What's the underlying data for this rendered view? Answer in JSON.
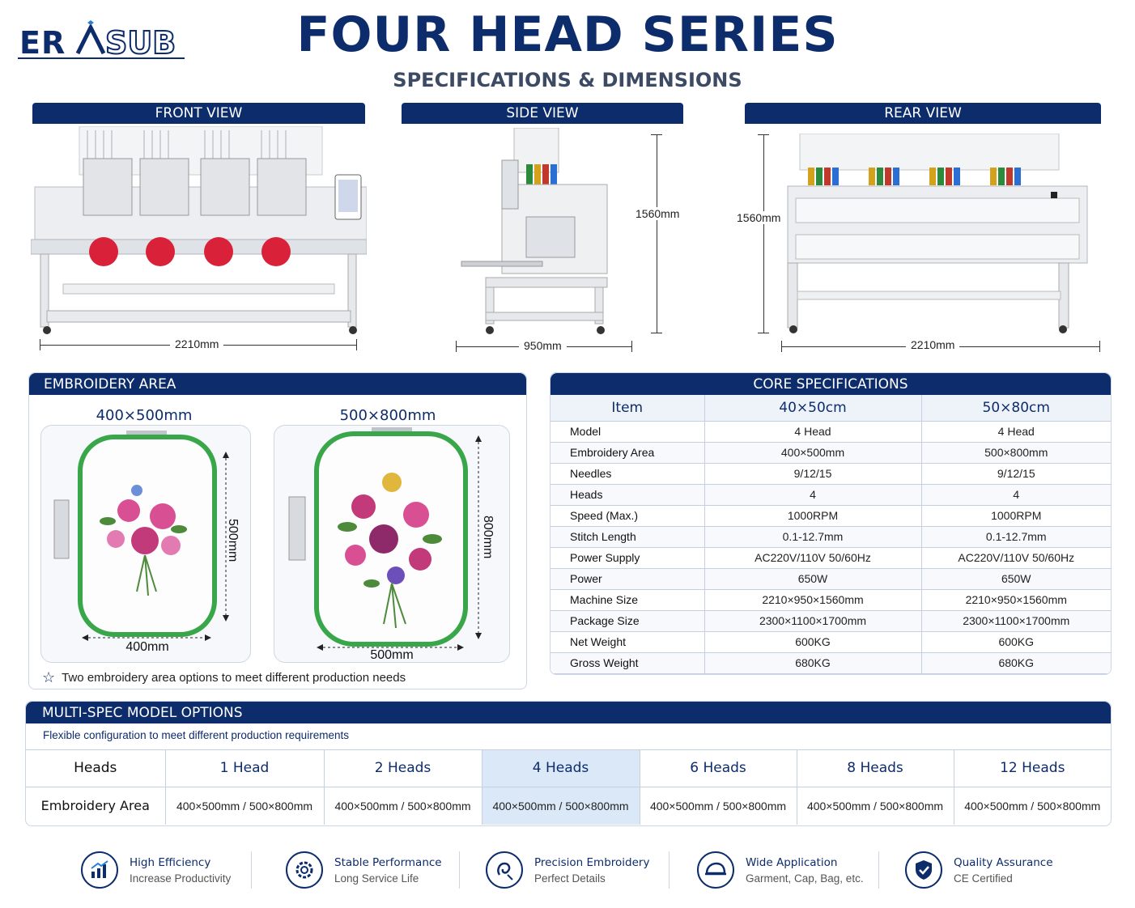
{
  "header": {
    "logo_text": "ERASUB",
    "title": "FOUR HEAD SERIES",
    "subtitle": "SPECIFICATIONS & DIMENSIONS"
  },
  "views": {
    "front": {
      "label": "FRONT VIEW",
      "width": "2210mm"
    },
    "side": {
      "label": "SIDE VIEW",
      "depth": "950mm",
      "height": "1560mm"
    },
    "rear": {
      "label": "REAR VIEW",
      "height": "1560mm",
      "width": "2210mm"
    }
  },
  "embroidery_area": {
    "title": "EMBROIDERY AREA",
    "hoops": [
      {
        "label": "400×500mm",
        "width": "400mm",
        "height": "500mm"
      },
      {
        "label": "500×800mm",
        "width": "500mm",
        "height": "800mm"
      }
    ],
    "note": "Two embroidery area options to meet different production needs"
  },
  "core_specs": {
    "title": "CORE SPECIFICATIONS",
    "columns": [
      "Item",
      "40×50cm",
      "50×80cm"
    ],
    "rows": [
      [
        "Model",
        "4 Head",
        "4 Head"
      ],
      [
        "Embroidery Area",
        "400×500mm",
        "500×800mm"
      ],
      [
        "Needles",
        "9/12/15",
        "9/12/15"
      ],
      [
        "Heads",
        "4",
        "4"
      ],
      [
        "Speed (Max.)",
        "1000RPM",
        "1000RPM"
      ],
      [
        "Stitch Length",
        "0.1-12.7mm",
        "0.1-12.7mm"
      ],
      [
        "Power Supply",
        "AC220V/110V 50/60Hz",
        "AC220V/110V 50/60Hz"
      ],
      [
        "Power",
        "650W",
        "650W"
      ],
      [
        "Machine Size",
        "2210×950×1560mm",
        "2210×950×1560mm"
      ],
      [
        "Package Size",
        "2300×1100×1700mm",
        "2300×1100×1700mm"
      ],
      [
        "Net Weight",
        "600KG",
        "600KG"
      ],
      [
        "Gross Weight",
        "680KG",
        "680KG"
      ]
    ]
  },
  "multi_spec": {
    "title": "MULTI-SPEC MODEL OPTIONS",
    "subtitle": "Flexible configuration to meet different production requirements",
    "row_labels": [
      "Heads",
      "Embroidery Area"
    ],
    "heads": [
      "1 Head",
      "2 Heads",
      "4 Heads",
      "6 Heads",
      "8 Heads",
      "12 Heads"
    ],
    "areas": [
      "400×500mm / 500×800mm",
      "400×500mm / 500×800mm",
      "400×500mm / 500×800mm",
      "400×500mm / 500×800mm",
      "400×500mm / 500×800mm",
      "400×500mm / 500×800mm"
    ],
    "highlight": "4 Heads"
  },
  "features": [
    {
      "icon": "chart-icon",
      "title": "High Efficiency",
      "sub": "Increase Productivity"
    },
    {
      "icon": "gear-icon",
      "title": "Stable Performance",
      "sub": "Long Service Life"
    },
    {
      "icon": "thread-icon",
      "title": "Precision Embroidery",
      "sub": "Perfect Details"
    },
    {
      "icon": "cap-icon",
      "title": "Wide Application",
      "sub": "Garment, Cap, Bag, etc."
    },
    {
      "icon": "shield-icon",
      "title": "Quality Assurance",
      "sub": "CE Certified"
    }
  ],
  "colors": {
    "navy": "#0d2c6b",
    "highlight": "#dbe8f8",
    "accent_red": "#d9213a",
    "hoop_green": "#3aa64a"
  }
}
